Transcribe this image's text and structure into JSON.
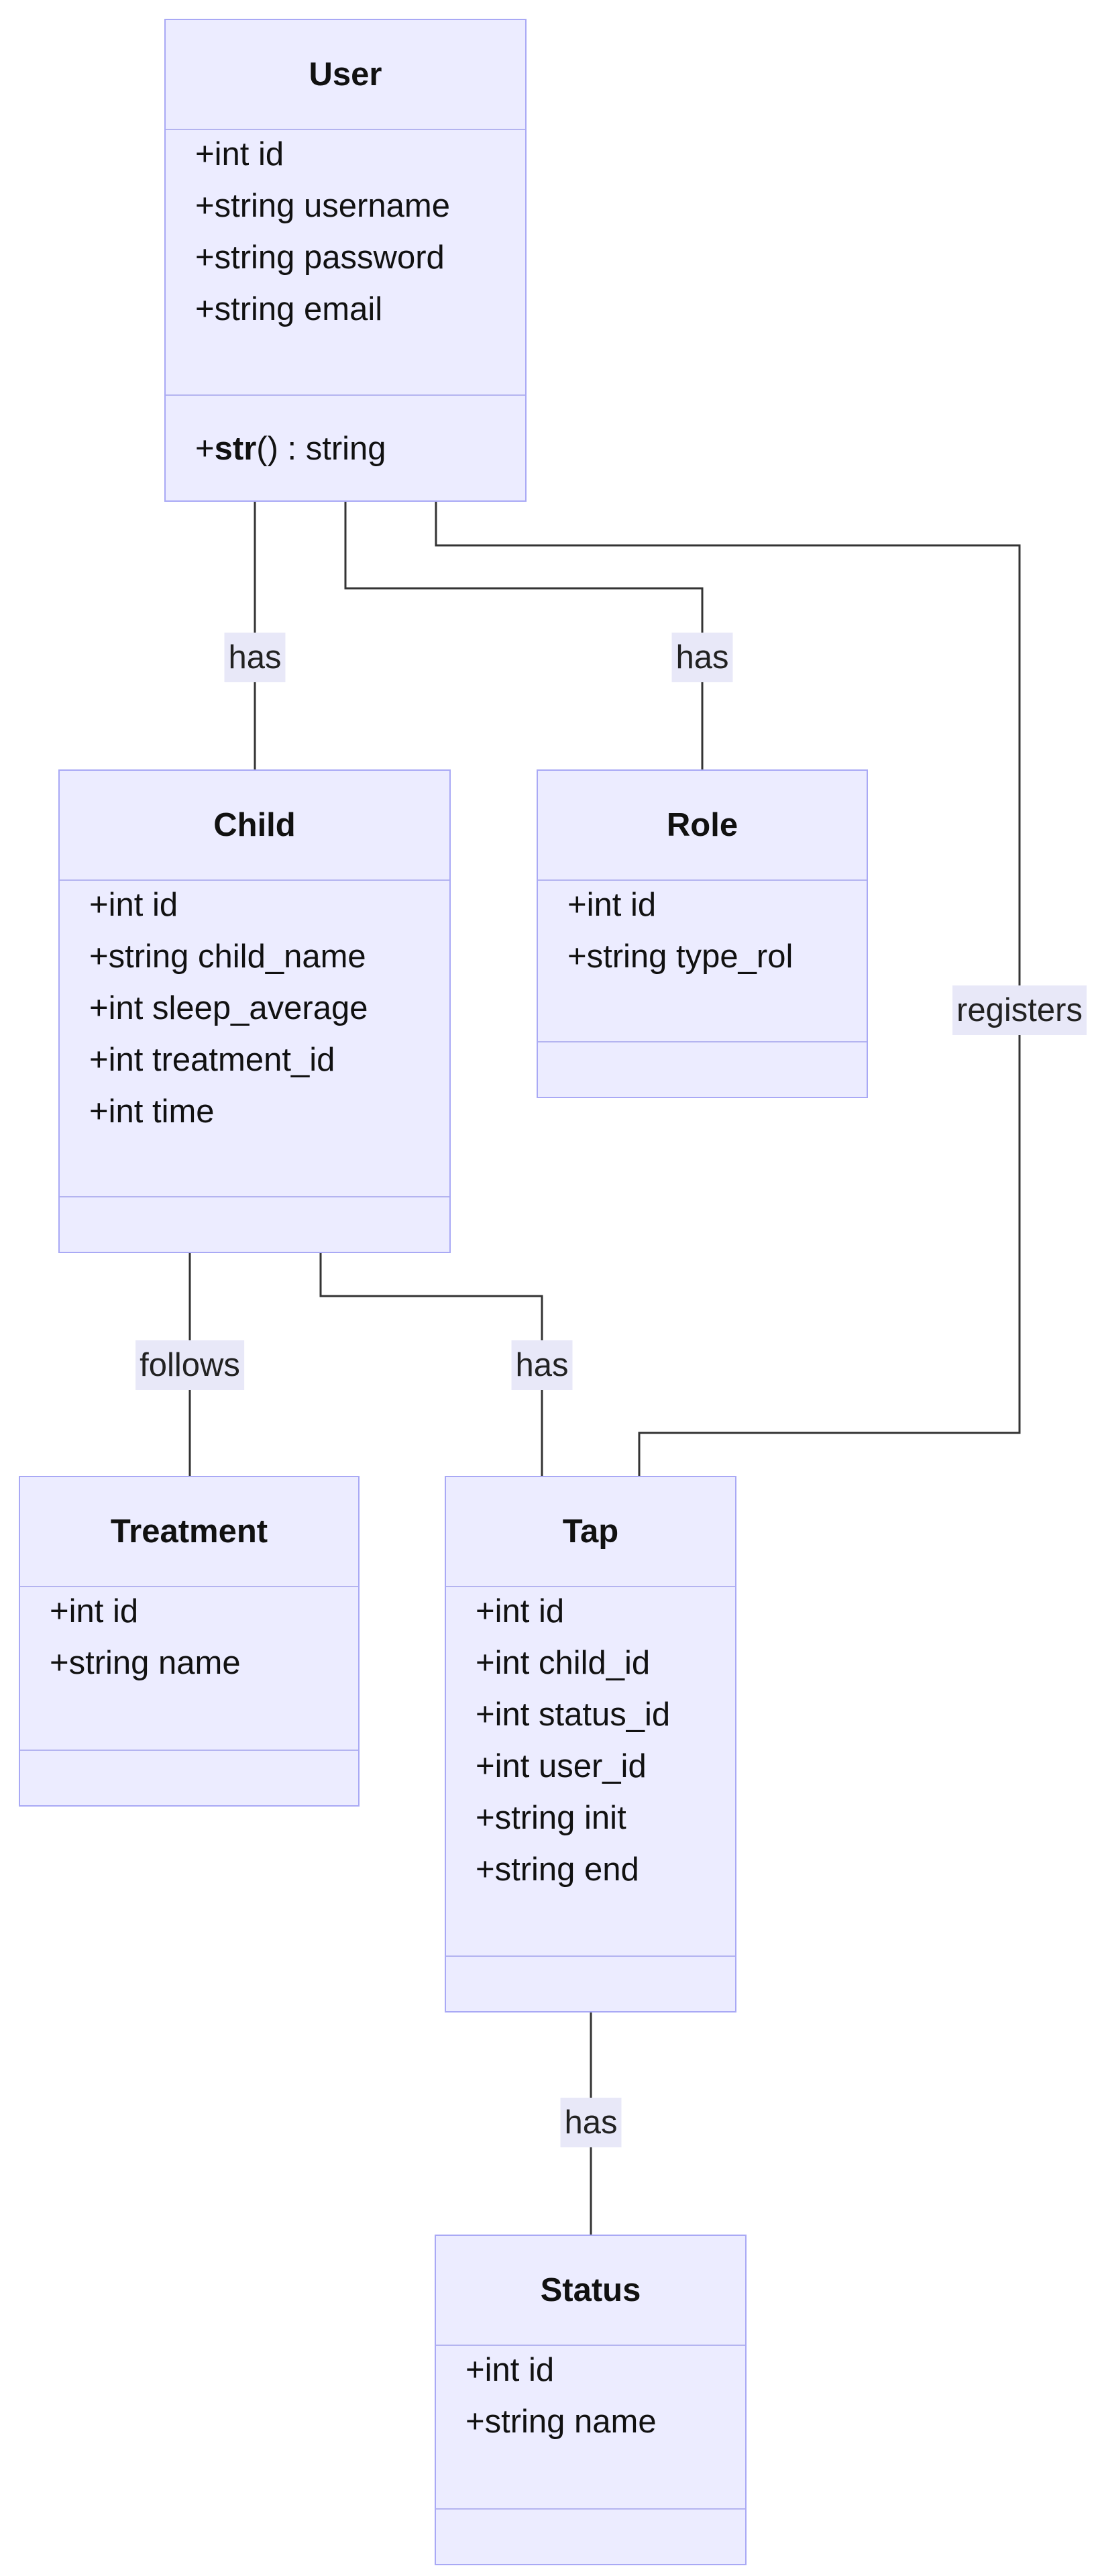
{
  "classes": {
    "user": {
      "name": "User",
      "attributes": [
        "+int id",
        "+string username",
        "+string password",
        "+string email"
      ],
      "method": {
        "visibility": "+",
        "name": "str",
        "signature": "() : string"
      }
    },
    "child": {
      "name": "Child",
      "attributes": [
        "+int id",
        "+string child_name",
        "+int sleep_average",
        "+int treatment_id",
        "+int time"
      ]
    },
    "role": {
      "name": "Role",
      "attributes": [
        "+int id",
        "+string type_rol"
      ]
    },
    "treatment": {
      "name": "Treatment",
      "attributes": [
        "+int id",
        "+string name"
      ]
    },
    "tap": {
      "name": "Tap",
      "attributes": [
        "+int id",
        "+int child_id",
        "+int status_id",
        "+int user_id",
        "+string init",
        "+string end"
      ]
    },
    "status": {
      "name": "Status",
      "attributes": [
        "+int id",
        "+string name"
      ]
    }
  },
  "relations": {
    "user_child": {
      "from": "User",
      "to": "Child",
      "label": "has"
    },
    "user_role": {
      "from": "User",
      "to": "Role",
      "label": "has"
    },
    "user_tap": {
      "from": "User",
      "to": "Tap",
      "label": "registers"
    },
    "child_treatment": {
      "from": "Child",
      "to": "Treatment",
      "label": "follows"
    },
    "child_tap": {
      "from": "Child",
      "to": "Tap",
      "label": "has"
    },
    "tap_status": {
      "from": "Tap",
      "to": "Status",
      "label": "has"
    }
  },
  "colors": {
    "class_fill": "#ececff",
    "class_border": "#a9a9f5",
    "edge": "#333333",
    "label_bg": "#e8e8f8"
  }
}
